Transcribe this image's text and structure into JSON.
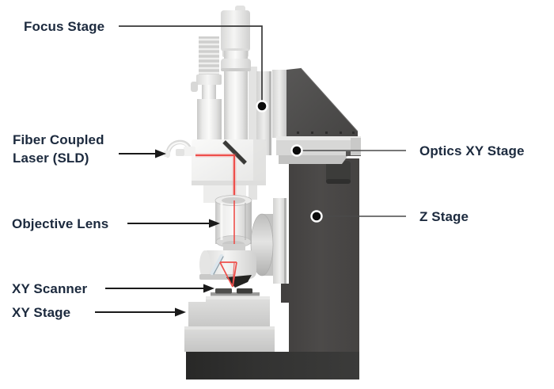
{
  "diagram": {
    "description": "Side-view product rendering of a benchtop scanning optical microscope with labeled motion stages and optics",
    "background_color": "#ffffff",
    "labels": {
      "focus_stage": "Focus Stage",
      "fiber_laser_line1": "Fiber Coupled",
      "fiber_laser_line2": "Laser (SLD)",
      "objective_lens": "Objective Lens",
      "xy_scanner": "XY Scanner",
      "xy_stage": "XY Stage",
      "optics_xy_stage": "Optics XY Stage",
      "z_stage": "Z Stage"
    },
    "callouts": [
      {
        "target": "focus-stage",
        "label": "Focus Stage",
        "connector": "elbow-line-with-dot",
        "side": "top-left"
      },
      {
        "target": "fiber-coupled-laser",
        "label": "Fiber Coupled Laser (SLD)",
        "connector": "arrow",
        "side": "left"
      },
      {
        "target": "objective-lens",
        "label": "Objective Lens",
        "connector": "arrow",
        "side": "left"
      },
      {
        "target": "xy-scanner",
        "label": "XY Scanner",
        "connector": "arrow",
        "side": "left"
      },
      {
        "target": "xy-stage",
        "label": "XY Stage",
        "connector": "arrow",
        "side": "left"
      },
      {
        "target": "optics-xy-stage",
        "label": "Optics XY Stage",
        "connector": "line-with-dot",
        "side": "right"
      },
      {
        "target": "z-stage",
        "label": "Z Stage",
        "connector": "line-with-dot",
        "side": "right"
      }
    ],
    "colors": {
      "label_text": "#1c2a3e",
      "arrow_line": "#1a1a1a",
      "leader_line": "#454545",
      "marker_dot_fill": "#0c0c0c",
      "marker_dot_ring": "#ffffff",
      "laser_beam": "#ee4f4b",
      "machine_light_gray": "#e9e9e8",
      "machine_mid_gray": "#cfcfce",
      "machine_dark_gray": "#4a4947",
      "base_gray": "#333332"
    }
  }
}
